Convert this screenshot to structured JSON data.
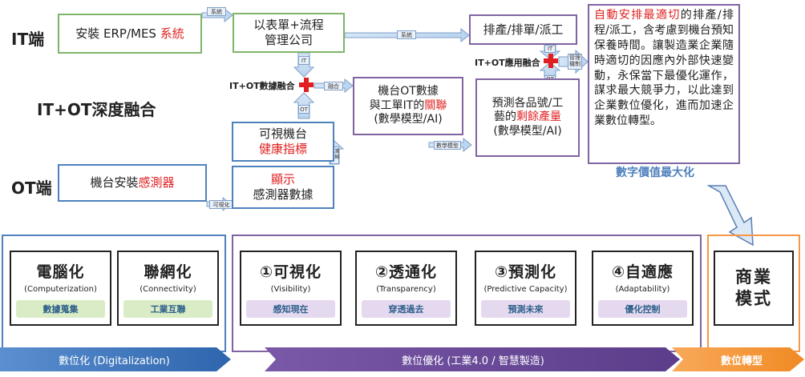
{
  "rows": {
    "it": "IT端",
    "itot": "IT+OT深度融合",
    "ot": "OT端"
  },
  "boxes": {
    "erp_pre": "安裝 ERP/MES ",
    "erp_red": "系統",
    "form_company": "以表單+流程\n管理公司",
    "schedule": "排產/排單/派工",
    "machine_join_1": "機台OT數據",
    "machine_join_2_pre": "與工單IT的",
    "machine_join_2_red": "關聯",
    "machine_join_3": "(數學模型/AI)",
    "predict_1": "預測各品號/工",
    "predict_2_pre": "藝的",
    "predict_2_red": "剩餘產量",
    "predict_3": "(數學模型/AI)",
    "visual_1": "可視機台",
    "visual_red": "健康指標",
    "sensor_pre": "機台安裝",
    "sensor_red": "感測器",
    "display_red": "顯示",
    "display_2": "感測器數據"
  },
  "value_text": {
    "red": "自動安排最適切",
    "rest": "的排產/排程/派工，含考慮到機台預知保養時間。讓製造業企業隨時適切的因應內外部快速變動，永保當下最優化運作，謀求最大競爭力，以此達到企業數位優化，進而加速企業數位轉型。"
  },
  "value_caption": "數字價值最大化",
  "fusion_labels": {
    "itot": "IT+OT數據融合",
    "itot_app": "IT+OT應用融合"
  },
  "arrow_tags": {
    "sys1": "系統",
    "sys2": "系統",
    "it1": "IT",
    "ot1": "OT",
    "fuse": "融合",
    "math": "數學模型",
    "mgmt": "管理\n機制",
    "it2": "IT",
    "ot2": "OT",
    "iot": "可視化",
    "industrial": "工業\n傳輸"
  },
  "cards": [
    {
      "title": "電腦化",
      "sub": "(Computerization)",
      "pill": "數據蒐集",
      "pill_color": "#d9ecc5",
      "pill_text": "#2d5f8a"
    },
    {
      "title": "聯網化",
      "sub": "(Connectivity)",
      "pill": "工業互聯",
      "pill_color": "#d9ecc5",
      "pill_text": "#2d5f8a"
    },
    {
      "title": "①可視化",
      "sub": "(Visibility)",
      "pill": "感知現在",
      "pill_color": "#e5d9f0",
      "pill_text": "#2d5f8a"
    },
    {
      "title": "②透通化",
      "sub": "(Transparency)",
      "pill": "穿透過去",
      "pill_color": "#e5d9f0",
      "pill_text": "#2d5f8a"
    },
    {
      "title": "③預測化",
      "sub": "(Predictive Capacity)",
      "pill": "預測未來",
      "pill_color": "#e5d9f0",
      "pill_text": "#2d5f8a"
    },
    {
      "title": "④自適應",
      "sub": "(Adaptability)",
      "pill": "優化控制",
      "pill_color": "#e5d9f0",
      "pill_text": "#2d5f8a"
    }
  ],
  "business": "商業\n模式",
  "banners": {
    "digitalization": "數位化 (Digitalization)",
    "optimization": "數位優化 (工業4.0 / 智慧製造)",
    "transformation": "數位轉型"
  },
  "colors": {
    "green": "#7fb56a",
    "purple": "#8064a2",
    "blue": "#4f81bd",
    "orange": "#f79646",
    "red": "#e02020"
  }
}
